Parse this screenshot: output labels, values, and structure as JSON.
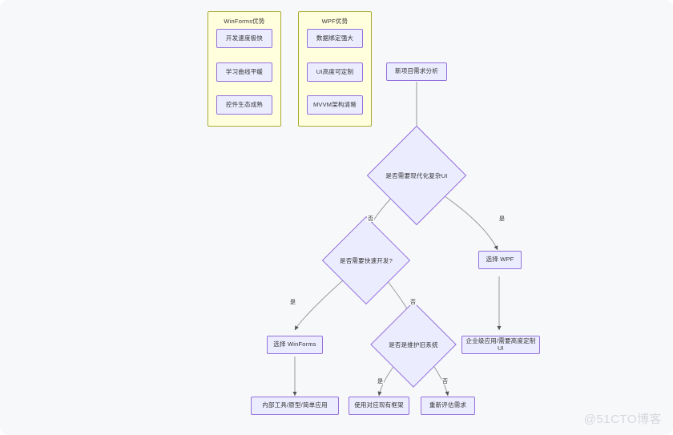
{
  "canvas": {
    "background_color": "#f7f8fa",
    "watermark": "@51CTO博客"
  },
  "style": {
    "node_fill": "#ececff",
    "node_border": "#9370db",
    "cluster_fill": "#ffffde",
    "cluster_border": "#aaaa33",
    "edge_color": "#999999",
    "text_color": "#333333"
  },
  "clusters": [
    {
      "id": "winforms-advantages",
      "title": "WinForms优势"
    },
    {
      "id": "wpf-advantages",
      "title": "WPF优势"
    }
  ],
  "cluster_nodes": {
    "winforms": [
      {
        "id": "wf-adv-1",
        "label": "开发速度极快"
      },
      {
        "id": "wf-adv-2",
        "label": "学习曲线平缓"
      },
      {
        "id": "wf-adv-3",
        "label": "控件生态成熟"
      }
    ],
    "wpf": [
      {
        "id": "wpf-adv-1",
        "label": "数据绑定强大"
      },
      {
        "id": "wpf-adv-2",
        "label": "UI高度可定制"
      },
      {
        "id": "wpf-adv-3",
        "label": "MVVM架构清晰"
      }
    ]
  },
  "flow": {
    "start": {
      "id": "start",
      "label": "新项目需求分析"
    },
    "decisions": [
      {
        "id": "decision-modern-ui",
        "label": "是否需要现代化复杂UI"
      },
      {
        "id": "decision-rapid-dev",
        "label": "是否需要快速开发?"
      },
      {
        "id": "decision-legacy",
        "label": "是否是维护旧系统"
      }
    ],
    "results": [
      {
        "id": "choose-wpf",
        "label": "选择 WPF"
      },
      {
        "id": "choose-winforms",
        "label": "选择 WinForms"
      },
      {
        "id": "enterprise-app",
        "label": "企业级应用/需要高度定制UI"
      },
      {
        "id": "internal-tool",
        "label": "内部工具/原型/简单应用"
      },
      {
        "id": "use-existing",
        "label": "使用对应现有框架"
      },
      {
        "id": "reevaluate",
        "label": "重新评估需求"
      }
    ],
    "edge_labels": [
      {
        "id": "edge-modern-no",
        "label": "否"
      },
      {
        "id": "edge-modern-yes",
        "label": "是"
      },
      {
        "id": "edge-rapid-yes",
        "label": "是"
      },
      {
        "id": "edge-rapid-no",
        "label": "否"
      },
      {
        "id": "edge-legacy-yes",
        "label": "是"
      },
      {
        "id": "edge-legacy-no",
        "label": "否"
      }
    ]
  }
}
